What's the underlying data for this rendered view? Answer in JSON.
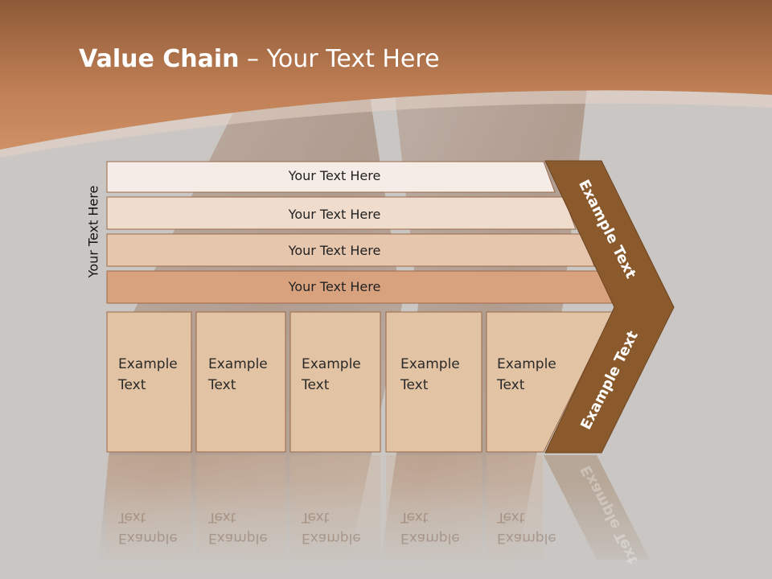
{
  "title": {
    "bold": "Value Chain",
    "rest": " – Your Text Here"
  },
  "vertical_label": "Your Text Here",
  "rows": [
    {
      "label": "Your Text Here",
      "color": "#f6ece7"
    },
    {
      "label": "Your Text Here",
      "color": "#efdccd"
    },
    {
      "label": "Your Text Here",
      "color": "#e7c6ae"
    },
    {
      "label": "Your Text Here",
      "color": "#d9a27f"
    }
  ],
  "boxes": [
    {
      "line1": "Example",
      "line2": "Text"
    },
    {
      "line1": "Example",
      "line2": "Text"
    },
    {
      "line1": "Example",
      "line2": "Text"
    },
    {
      "line1": "Example",
      "line2": "Text"
    },
    {
      "line1": "Example",
      "line2": "Text"
    }
  ],
  "arrow": {
    "top_label": "Example Text",
    "bottom_label": "Example Text",
    "color": "#8a5a2d"
  },
  "colors": {
    "header": "#b8764a",
    "box": "#e2c3a3",
    "background": "#c9c6c3"
  }
}
